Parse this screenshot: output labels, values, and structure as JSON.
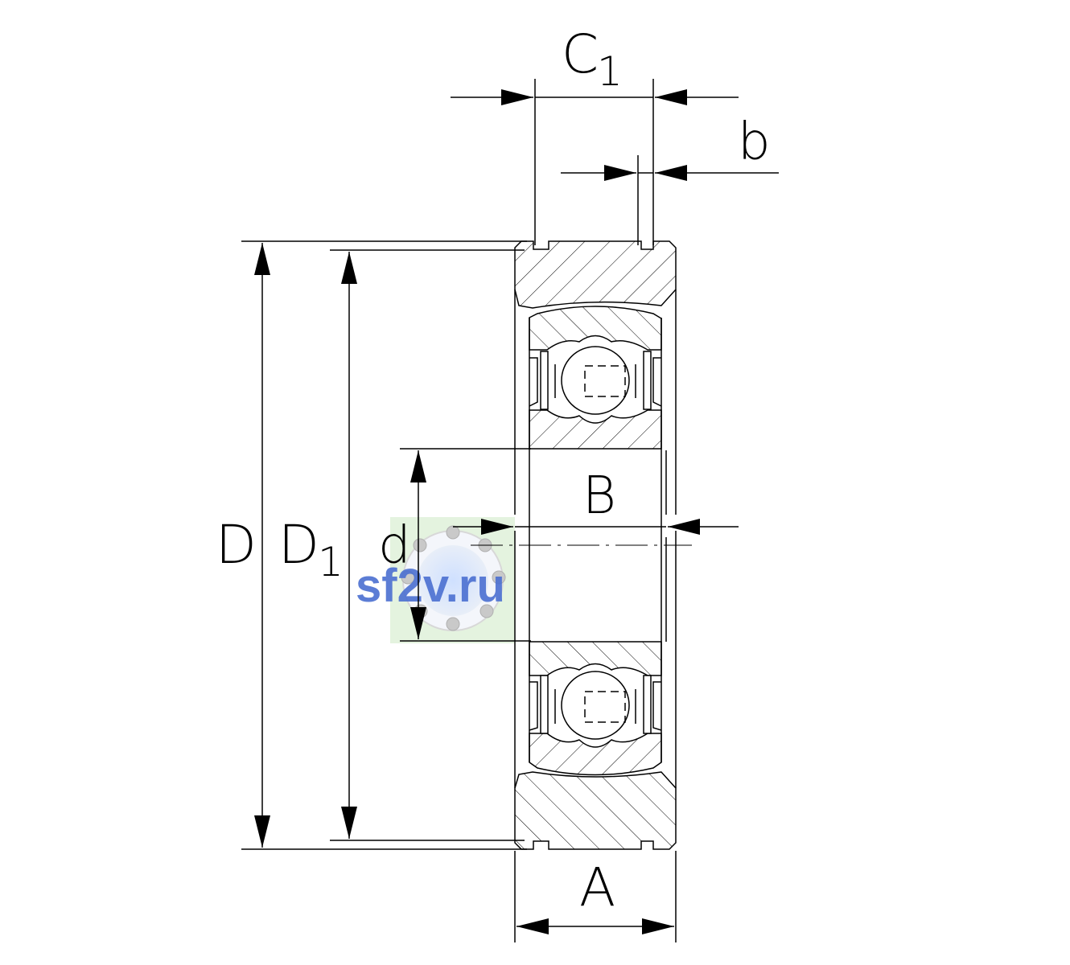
{
  "labels": {
    "C": "C",
    "C_sub": "1",
    "b": "b",
    "D": "D",
    "D1": "D",
    "D1_sub": "1",
    "d": "d",
    "B": "B",
    "A": "A"
  },
  "watermark": {
    "text": "sf2v.ru",
    "color": "#4a6fd0"
  },
  "colors": {
    "line": "#000000",
    "background": "#ffffff"
  }
}
